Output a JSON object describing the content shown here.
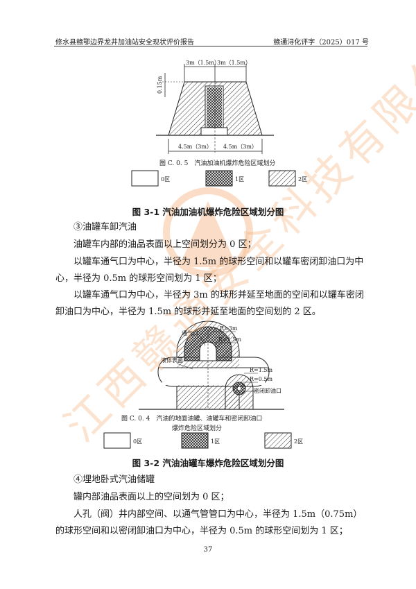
{
  "header": {
    "left": "修水县赣鄂边界龙井加油站安全现状评价报告",
    "right": "赣通浔化评字（2025）017 号"
  },
  "watermark": {
    "text": "江西赣通安全科技有限公司",
    "color": "#f4b07a"
  },
  "figure1": {
    "dim_top_left": "3m（1.5m）",
    "dim_top_right": "3m（1.5m）",
    "dim_side": "0.15m",
    "dim_bottom_left": "4.5m（3m）",
    "dim_bottom_right": "4.5m（3m）",
    "inner_caption": "图 C. 0. 5　汽油加油机爆炸危险区域划分",
    "legend": [
      "0区",
      "1区",
      "2区"
    ],
    "caption": "图 3-1 汽油加油机爆炸危险区域划分图"
  },
  "section_tanker": {
    "heading": "③油罐车卸汽油",
    "p1": "油罐车内部的油品表面以上空间划分为 0 区；",
    "p2": "以罐车通气口为中心，半径为 1.5m 的球形空间和以罐车密闭卸油口为中心，半径为 0.5m 的球形空间划为 1 区；",
    "p3": "以罐车通气口为中心，半径为 3m 的球形并延至地面的空间和以罐车密闭卸油口为中心，半径为 1.5m 的球形并延至地面的空间划的 2 区。"
  },
  "figure2": {
    "label_vent": "通气口",
    "label_r3": "R=3m",
    "label_r15a": "R=1.5m",
    "label_liquid": "液体表面",
    "label_r15b": "R=1.5m",
    "label_r05": "R=0.5m",
    "label_valve": "密闭卸油口",
    "inner_caption_line1": "图 C. 0. 4　汽油的地面油罐、油罐车和密闭卸油口",
    "inner_caption_line2": "爆炸危险区域划分",
    "legend": [
      "0区",
      "1区",
      "2区"
    ],
    "caption": "图 3-2 汽油油罐车爆炸危险区域划分图"
  },
  "section_underground": {
    "heading": "④埋地卧式汽油储罐",
    "p1": "罐内部油品表面以上的空间划为 0 区；",
    "p2": "人孔（阀）井内部空间、以通气管管口为中心，半径为 1.5m（0.75m）的球形空间和以密闭卸油口为中心，半径为 0.5m 的球形空间划为 1 区；"
  },
  "page_number": "37"
}
